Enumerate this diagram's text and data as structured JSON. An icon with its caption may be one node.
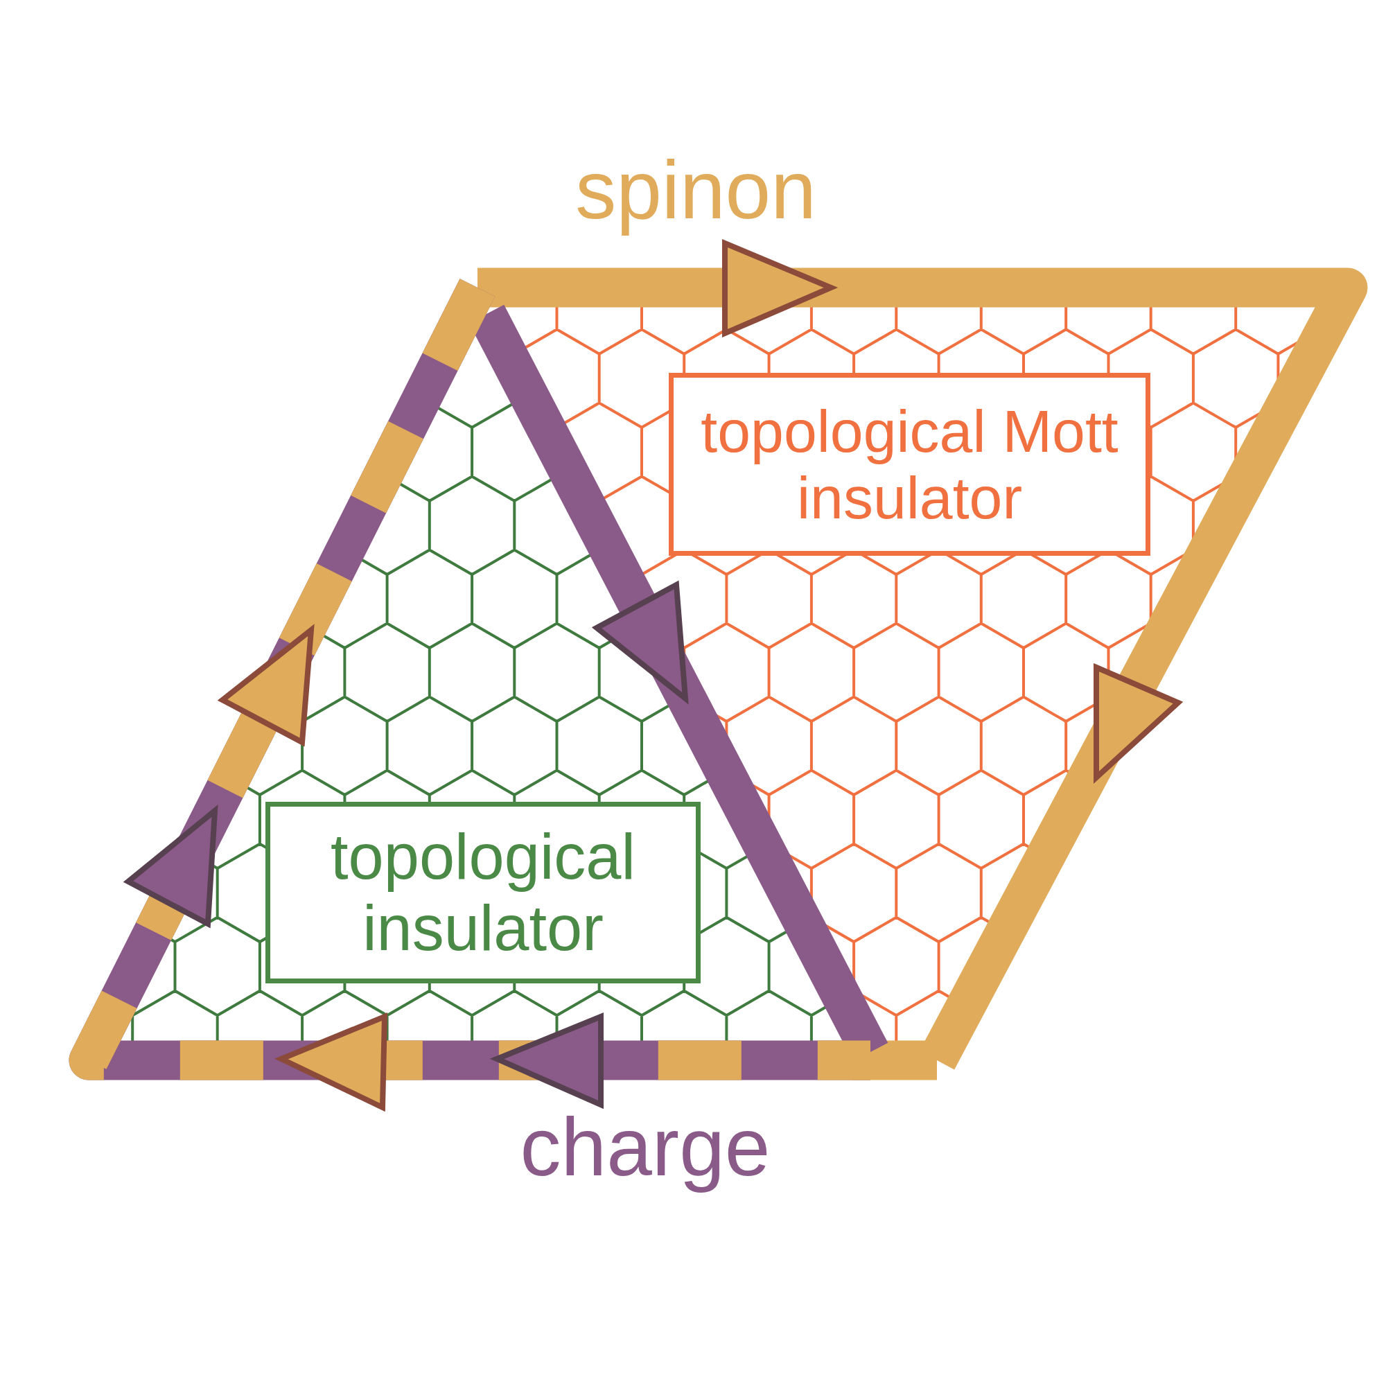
{
  "diagram": {
    "nodes": [
      {
        "text": [
          "topological Mott insulator"
        ]
      },
      {
        "text": [
          "topological insulator"
        ]
      }
    ],
    "labels": [
      "spinon",
      "charge"
    ]
  }
}
